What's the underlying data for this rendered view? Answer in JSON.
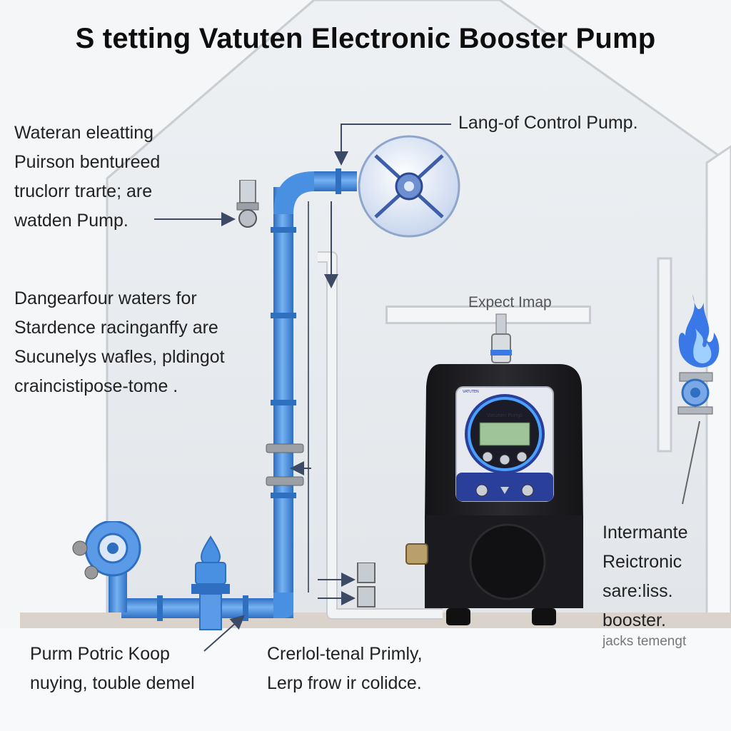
{
  "title": "S tetting Vatuten Electronic Booster Pump",
  "callouts": {
    "top_left": [
      "Wateran eleatting",
      "Puirson bentureed",
      "truclorr trarte; are",
      "watden Pump."
    ],
    "mid_left": [
      "Dangearfour waters for",
      "Stardence racinganffy are",
      "Sucunelys wafles, pldingot",
      "craincistipose-tome ."
    ],
    "top_right": "Lang-of Control Pump.",
    "center_sign": "Expect Imap",
    "right": [
      "Intermante",
      "Reictronic",
      "sare:liss.",
      "booster."
    ],
    "right_small": "jacks temengt",
    "bottom_left": [
      "Purm Potric Koop",
      "nuying, touble demel"
    ],
    "bottom_center": [
      "Crerlol-tenal Primly,",
      "Lerp frow ir colidce."
    ]
  },
  "pump_display": {
    "brand": "Vatuten Pump",
    "badge": "VATUTEN"
  },
  "icons": {
    "flame": "flame-icon",
    "valve": "valve-icon",
    "gauge": "gauge-icon",
    "fan": "fan-icon"
  },
  "colors": {
    "pipe": "#4a90e2",
    "pipe_dark": "#2e6fc2",
    "pump_body": "#1e1e22",
    "panel": "#e6e9f0",
    "panel_accent": "#2a3f9a",
    "lcd": "#9fc49a",
    "flame": "#3b78e7",
    "house": "#e3e7eb"
  }
}
